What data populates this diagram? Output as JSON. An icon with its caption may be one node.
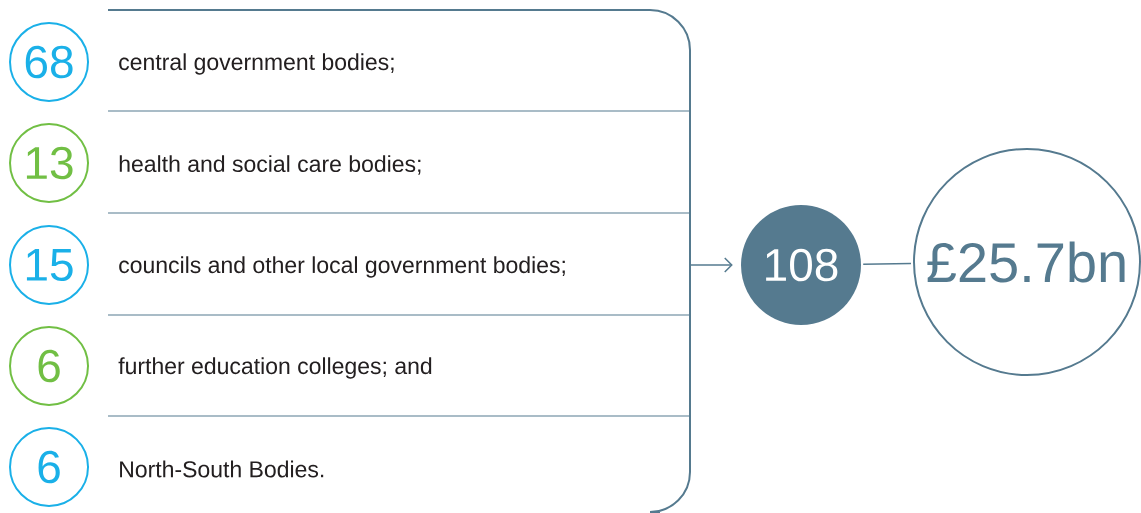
{
  "diagram": {
    "nodes": [
      {
        "text": [],
        "shape": "box"
      },
      {
        "text": [
          "68"
        ]
      },
      {
        "text": [
          "central government bodies;"
        ],
        "in": 0
      },
      {
        "text": [
          "13"
        ]
      },
      {
        "text": [
          "health and social care bodies;"
        ],
        "in": 0
      },
      {
        "text": [
          "15"
        ]
      },
      {
        "text": [
          "councils and other local government bodies;"
        ],
        "in": 0
      },
      {
        "text": [
          "6"
        ]
      },
      {
        "text": [
          "further education colleges; and"
        ],
        "in": 0
      },
      {
        "text": [
          "6"
        ]
      },
      {
        "text": [
          "North-South Bodies."
        ],
        "in": 0
      },
      {
        "text": [
          "108"
        ]
      },
      {
        "text": [
          "£25.7bn"
        ]
      }
    ],
    "edges": [
      {
        "from": 0,
        "to": 11,
        "arrow": "to"
      },
      {
        "from": 11,
        "to": 12,
        "arrow": "none"
      }
    ]
  }
}
